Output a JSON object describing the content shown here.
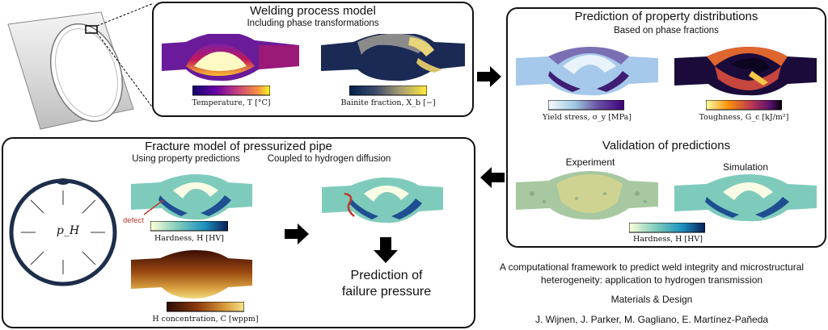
{
  "welding": {
    "title": "Welding process model",
    "subtitle": "Including phase transformations",
    "cbar1": "Temperature, T [°C]",
    "cbar2": "Bainite fraction, X_b [−]"
  },
  "property": {
    "title": "Prediction of property distributions",
    "subtitle": "Based on phase fractions",
    "cbar1": "Yield stress, σ_y  [MPa]",
    "cbar2": "Toughness, G_c  [kJ/m²]"
  },
  "validation": {
    "title": "Validation of predictions",
    "experiment": "Experiment",
    "simulation": "Simulation",
    "cbar": "Hardness, H  [HV]"
  },
  "fracture": {
    "title": "Fracture model of pressurized pipe",
    "sub1": "Using property predictions",
    "sub2": "Coupled to hydrogen diffusion",
    "defect": "defect",
    "pressure": "p_H",
    "cbar_hard": "Hardness, H  [HV]",
    "cbar_h": "H concentration, C  [wppm]",
    "result_line1": "Prediction of",
    "result_line2": "failure pressure"
  },
  "paper": {
    "title_line1": "A computational framework to predict weld integrity and microstructural",
    "title_line2": "heterogeneity: application to hydrogen transmission",
    "journal": "Materials & Design",
    "authors": "J. Wijnen, J. Parker, M. Gagliano, E. Martínez-Pañeda"
  },
  "colors": {
    "border": "#111111",
    "arrow": "#000000",
    "defect": "#c0392b",
    "pipe_ring": "#1c2e4a"
  }
}
